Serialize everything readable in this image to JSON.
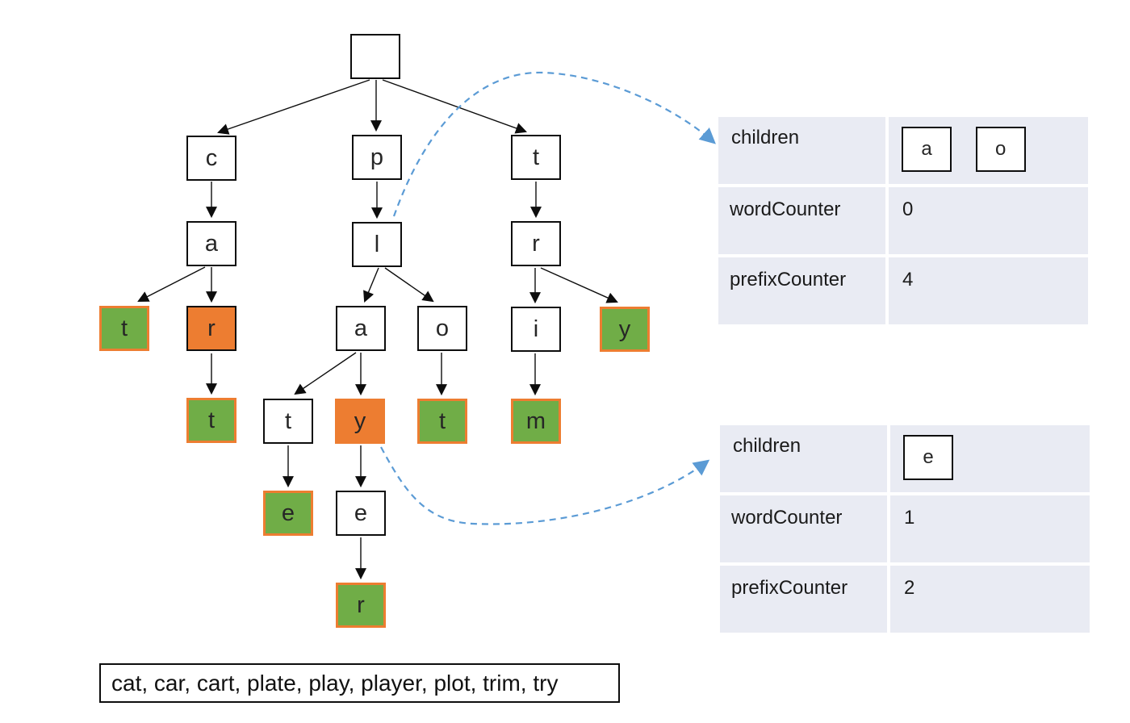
{
  "trie": {
    "nodes": [
      {
        "id": "root",
        "label": ""
      },
      {
        "id": "c",
        "label": "c"
      },
      {
        "id": "p",
        "label": "p"
      },
      {
        "id": "t-top",
        "label": "t"
      },
      {
        "id": "a-ca",
        "label": "a"
      },
      {
        "id": "t-cat",
        "label": "t"
      },
      {
        "id": "r-car",
        "label": "r"
      },
      {
        "id": "t-cart",
        "label": "t"
      },
      {
        "id": "l-pl",
        "label": "l"
      },
      {
        "id": "a-pla",
        "label": "a"
      },
      {
        "id": "o-plo",
        "label": "o"
      },
      {
        "id": "t-plat",
        "label": "t"
      },
      {
        "id": "y-play",
        "label": "y"
      },
      {
        "id": "t-plot",
        "label": "t"
      },
      {
        "id": "e-plate",
        "label": "e"
      },
      {
        "id": "e-playe",
        "label": "e"
      },
      {
        "id": "r-player",
        "label": "r"
      },
      {
        "id": "r-tr",
        "label": "r"
      },
      {
        "id": "i-tri",
        "label": "i"
      },
      {
        "id": "y-try",
        "label": "y"
      },
      {
        "id": "m-trim",
        "label": "m"
      }
    ]
  },
  "tables": [
    {
      "rows": {
        "children": {
          "label": "children",
          "items": [
            "a",
            "o"
          ]
        },
        "word": {
          "label": "wordCounter",
          "value": "0"
        },
        "prefix": {
          "label": "prefixCounter",
          "value": "4"
        }
      }
    },
    {
      "rows": {
        "children": {
          "label": "children",
          "items": [
            "e"
          ]
        },
        "word": {
          "label": "wordCounter",
          "value": "1"
        },
        "prefix": {
          "label": "prefixCounter",
          "value": "2"
        }
      }
    }
  ],
  "word_list": {
    "text": "cat, car, cart, plate, play, player, plot, trim, try"
  },
  "colors": {
    "node_green": "#70AD47",
    "node_orange": "#ED7D31",
    "green_node_border": "#ED7D31",
    "dashed_arrow_blue": "#5B9BD5",
    "table_cell_fill": "#E9EBF3",
    "line_black": "#0d0d0d"
  }
}
